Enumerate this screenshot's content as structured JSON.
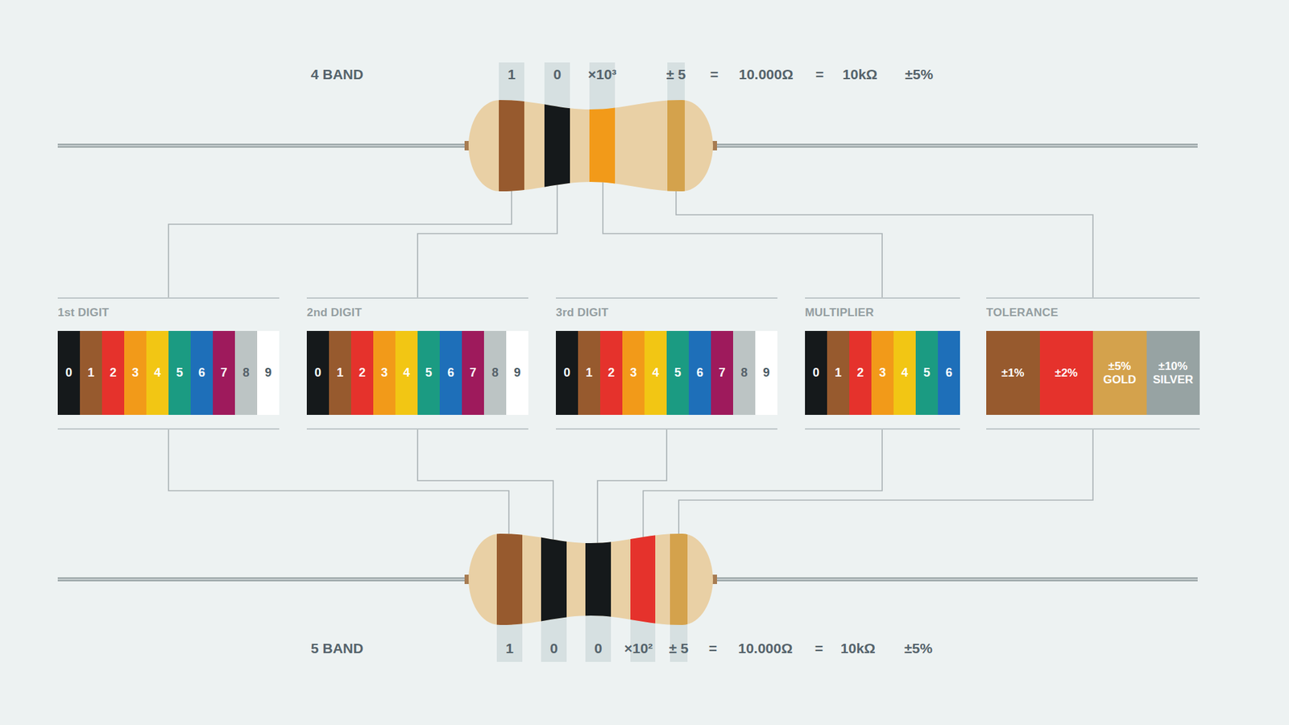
{
  "diagram": {
    "nodes": [
      {
        "text": [
          "1st DIGIT"
        ]
      },
      {
        "text": [
          "0"
        ],
        "in": 0
      },
      {
        "text": [
          "1"
        ],
        "in": 0
      },
      {
        "text": [
          "2"
        ],
        "in": 0
      },
      {
        "text": [
          "3"
        ],
        "in": 0
      },
      {
        "text": [
          "4"
        ],
        "in": 0
      },
      {
        "text": [
          "5"
        ],
        "in": 0
      },
      {
        "text": [
          "6"
        ],
        "in": 0
      },
      {
        "text": [
          "7"
        ],
        "in": 0
      },
      {
        "text": [
          "8"
        ],
        "in": 0
      },
      {
        "text": [
          "9"
        ],
        "in": 0
      },
      {
        "text": [
          "2nd DIGIT"
        ]
      },
      {
        "text": [
          "0"
        ],
        "in": 11
      },
      {
        "text": [
          "1"
        ],
        "in": 11
      },
      {
        "text": [
          "2"
        ],
        "in": 11
      },
      {
        "text": [
          "3"
        ],
        "in": 11
      },
      {
        "text": [
          "4"
        ],
        "in": 11
      },
      {
        "text": [
          "5"
        ],
        "in": 11
      },
      {
        "text": [
          "6"
        ],
        "in": 11
      },
      {
        "text": [
          "7"
        ],
        "in": 11
      },
      {
        "text": [
          "8"
        ],
        "in": 11
      },
      {
        "text": [
          "9"
        ],
        "in": 11
      },
      {
        "text": [
          "3rd DIGIT"
        ]
      },
      {
        "text": [
          "0"
        ],
        "in": 22
      },
      {
        "text": [
          "1"
        ],
        "in": 22
      },
      {
        "text": [
          "2"
        ],
        "in": 22
      },
      {
        "text": [
          "3"
        ],
        "in": 22
      },
      {
        "text": [
          "4"
        ],
        "in": 22
      },
      {
        "text": [
          "5"
        ],
        "in": 22
      },
      {
        "text": [
          "6"
        ],
        "in": 22
      },
      {
        "text": [
          "7"
        ],
        "in": 22
      },
      {
        "text": [
          "8"
        ],
        "in": 22
      },
      {
        "text": [
          "9"
        ],
        "in": 22
      },
      {
        "text": [
          "MULTIPLIER"
        ]
      },
      {
        "text": [
          "0"
        ],
        "in": 33
      },
      {
        "text": [
          "1"
        ],
        "in": 33
      },
      {
        "text": [
          "2"
        ],
        "in": 33
      },
      {
        "text": [
          "3"
        ],
        "in": 33
      },
      {
        "text": [
          "4"
        ],
        "in": 33
      },
      {
        "text": [
          "5"
        ],
        "in": 33
      },
      {
        "text": [
          "6"
        ],
        "in": 33
      },
      {
        "text": [
          "TOLERANCE"
        ]
      },
      {
        "text": [
          "±1%"
        ],
        "in": 41
      },
      {
        "text": [
          "±2%"
        ],
        "in": 41
      },
      {
        "text": [
          "±5% GOLD"
        ],
        "in": 41
      },
      {
        "text": [
          "±10% SILVER"
        ],
        "in": 41
      }
    ],
    "labels": [
      "4 BAND",
      "1",
      "0",
      "×10³",
      "± 5",
      "=",
      "10.000Ω",
      "=",
      "10kΩ",
      "±5%",
      "5 BAND",
      "1",
      "0",
      "0",
      "×10²",
      "± 5",
      "=",
      "10.000Ω",
      "=",
      "10kΩ",
      "±5%"
    ]
  }
}
